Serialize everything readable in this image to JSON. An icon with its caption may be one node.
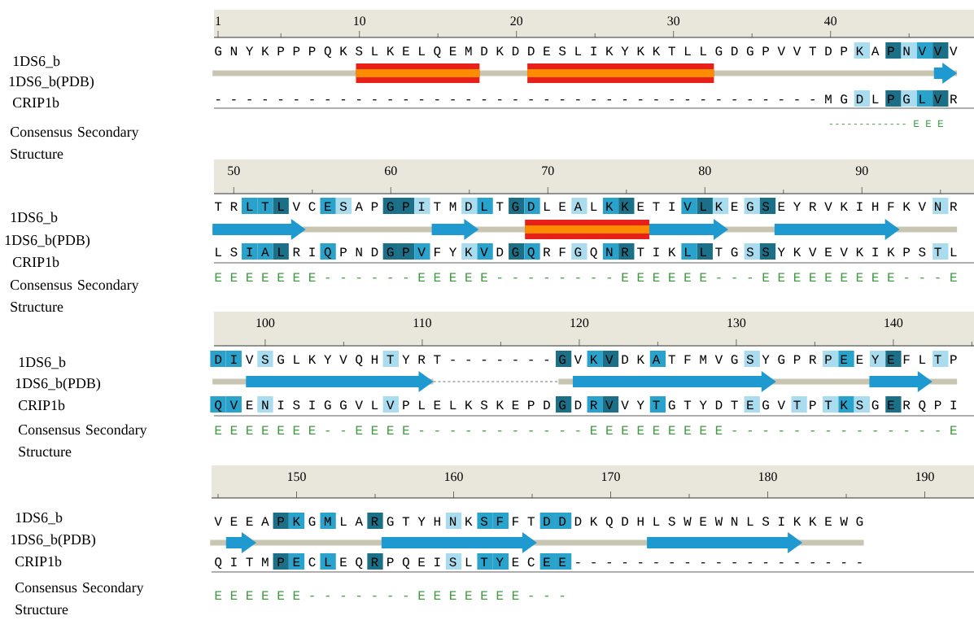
{
  "diagram": {
    "labels": [
      "1",
      "10",
      "20",
      "30",
      "40",
      "1DS6_b",
      "G N Y K P P P Q K S L K E L Q E M D K D D E S L I K Y K K T L L G D G P V V T D P K A P N V V V",
      "1DS6_b(PDB)",
      "CRIP1b",
      "- - - - - - - - - - - - - - - - - - - - - - - - - - - - - - - - - - - - - - - M G D L P G L V R",
      "Consensus Secondary Structure",
      "------------- E E E",
      "50",
      "60",
      "70",
      "80",
      "90",
      "1DS6_b",
      "T R L T L V C E S A P G P I T M D L T G D L E A L K K E T I V L K E G S E Y R V K I H F K V N R",
      "1DS6_b(PDB)",
      "CRIP1b",
      "L S I A L R I Q P N D G P V F Y K V D G Q R F G Q N R T I K L L T G S S Y K V E V K I K P S T L",
      "Consensus Secondary Structure",
      "E E E E E E E - - - - - - E E E E E - - - - - - - - E E E E E E - - - E E E E E E E E E - - - E",
      "100",
      "110",
      "120",
      "130",
      "140",
      "1DS6_b",
      "D I V S G L K Y V Q H T Y R T - - - - - - - G V K V D K A T F M V G S Y G P R P E E Y E F L T P",
      "1DS6_b(PDB)",
      "CRIP1b",
      "Q V E N I S I G G V L V P L E L K S K E P D G D R V V Y T G T Y D T E G V T P T K S G E R Q P I",
      "Consensus Secondary Structure",
      "E E E E E E E - - E E E E - - - - - - - - - - - E E E E E E E E E - - - - - - - - - - - - - - E",
      "150",
      "160",
      "170",
      "180",
      "190",
      "1DS6_b",
      "V E E A P K G M L A R G T Y H N K S F F T D D D K Q D H L S W E W N L S I K K E W G",
      "1DS6_b(PDB)",
      "CRIP1b",
      "Q I T M P E C L E Q R P Q E I S L T Y E C E E - - - - - - - - - - - - - - - - - - -",
      "Consensus Secondary Structure",
      "E E E E E E - - - - - - - E E E E E E E - - -"
    ]
  }
}
